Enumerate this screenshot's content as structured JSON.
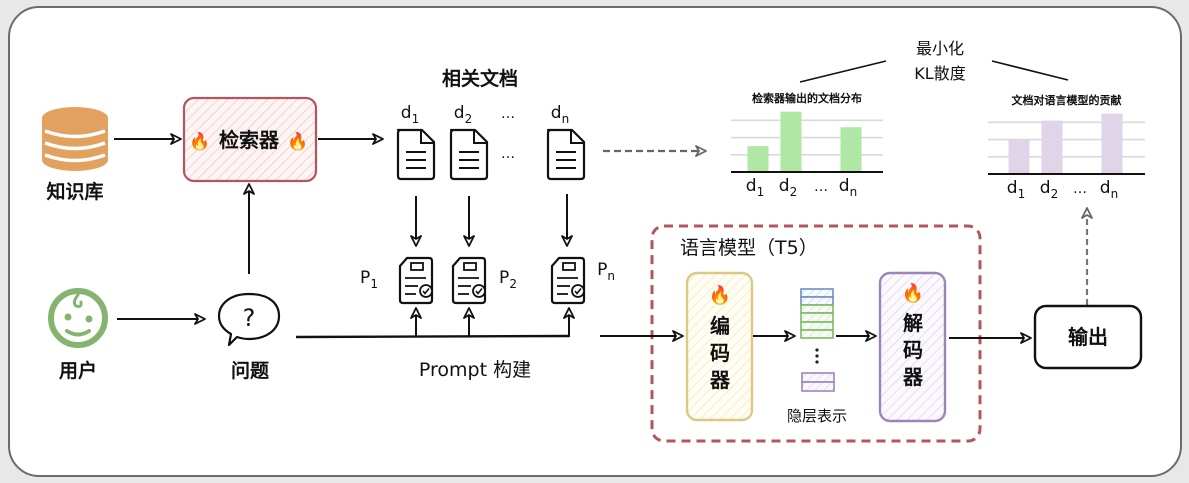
{
  "nodes": {
    "knowledge_base": "知识库",
    "retriever": "检索器",
    "user": "用户",
    "question": "问题",
    "relevant_docs_title": "相关文档",
    "prompt_build": "Prompt 构建",
    "language_model_title": "语言模型（T5）",
    "encoder": [
      "编",
      "码",
      "器"
    ],
    "decoder": [
      "解",
      "码",
      "器"
    ],
    "hidden_repr": "隐层表示",
    "output": "输出",
    "kl_line1": "最小化",
    "kl_line2": "KL散度"
  },
  "documents": [
    {
      "label": "d",
      "sub": "1"
    },
    {
      "label": "d",
      "sub": "2"
    },
    {
      "label": "…",
      "sub": ""
    },
    {
      "label": "d",
      "sub": "n"
    }
  ],
  "prompts": [
    {
      "label": "P",
      "sub": "1"
    },
    {
      "label": "P",
      "sub": "2"
    },
    {
      "label": "P",
      "sub": "n"
    }
  ],
  "icons": {
    "fire": "🔥",
    "question_mark": "?",
    "ellipsis": "…"
  },
  "colors": {
    "knowledge_base": "#e3a160",
    "retriever_border": "#b4545e",
    "retriever_hatch": "#f0c4c8",
    "user": "#86b46e",
    "lm_dashed": "#b4545e",
    "encoder_border": "#dcc883",
    "encoder_hatch": "#f2e6b8",
    "decoder_border": "#9c86b8",
    "decoder_hatch": "#dcd2e8",
    "hidden_blue": "#6f8fc2",
    "hidden_green": "#80b86a",
    "hidden_purple": "#9c86b8",
    "bar_green": "#aee8a4",
    "bar_purple": "#e0d4e8",
    "grid": "#d9d9d9",
    "dashed_arrow": "#666666"
  },
  "chart_data": [
    {
      "type": "bar",
      "title": "检索器输出的文档分布",
      "categories": [
        "d1",
        "d2",
        "…",
        "dn"
      ],
      "tick_labels": [
        {
          "label": "d",
          "sub": "1"
        },
        {
          "label": "d",
          "sub": "2"
        },
        {
          "label": "…",
          "sub": ""
        },
        {
          "label": "d",
          "sub": "n"
        }
      ],
      "values": [
        1.5,
        3.5,
        null,
        2.6
      ],
      "ylim": [
        0,
        3.6
      ],
      "grid": true,
      "xlabel": "",
      "ylabel": ""
    },
    {
      "type": "bar",
      "title": "文档对语言模型的贡献",
      "categories": [
        "d1",
        "d2",
        "…",
        "dn"
      ],
      "tick_labels": [
        {
          "label": "d",
          "sub": "1"
        },
        {
          "label": "d",
          "sub": "2"
        },
        {
          "label": "…",
          "sub": ""
        },
        {
          "label": "d",
          "sub": "n"
        }
      ],
      "values": [
        2.0,
        3.1,
        null,
        3.5
      ],
      "ylim": [
        0,
        3.6
      ],
      "grid": true,
      "xlabel": "",
      "ylabel": ""
    }
  ]
}
